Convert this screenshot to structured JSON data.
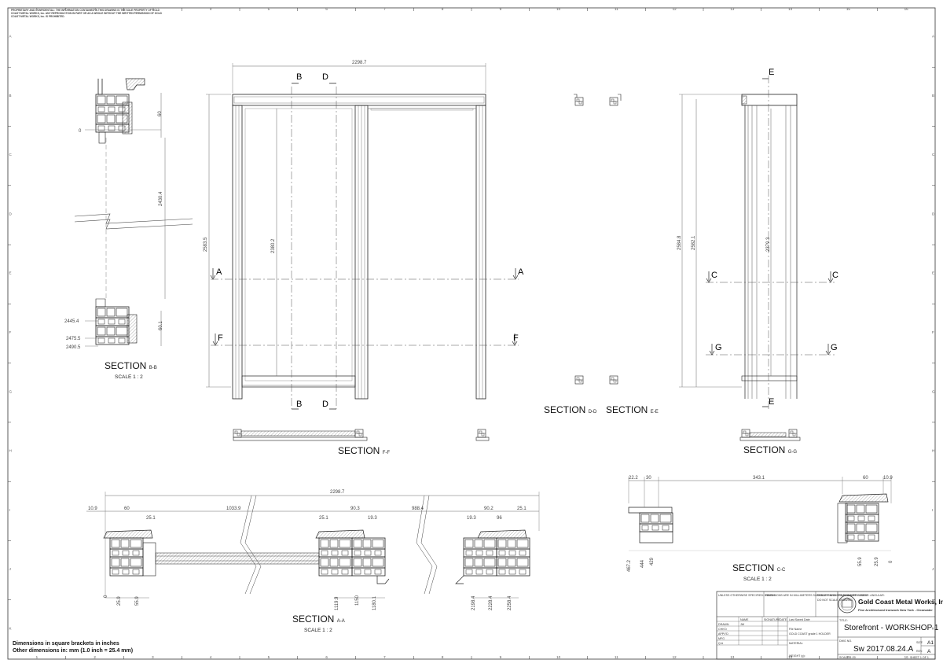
{
  "confidentiality_note": "PROPRIETARY AND CONFIDENTIAL: THE INFORMATION CONTAINED IN THIS DRAWING IS THE SOLE PROPERTY OF GOLD COAST METAL WORKS, Inc. ANY REPRODUCTION IN PART OR AS A WHOLE WITHOUT THE WRITTEN PERMISSION OF GOLD COAST METAL WORKS, Inc. IS PROHIBITED.",
  "grid": {
    "columns": [
      "1",
      "2",
      "3",
      "4",
      "5",
      "6",
      "7",
      "8",
      "9",
      "10",
      "11",
      "12",
      "13",
      "14",
      "15",
      "16"
    ],
    "rows": [
      "A",
      "B",
      "C",
      "D",
      "E",
      "F",
      "G",
      "H",
      "I",
      "J",
      "K"
    ]
  },
  "sections": {
    "bb": {
      "label": "SECTION",
      "suffix": "B-B",
      "scale": "SCALE 1 : 2"
    },
    "ff": {
      "label": "SECTION",
      "suffix": "F-F"
    },
    "dd": {
      "label": "SECTION",
      "suffix": "D-D"
    },
    "ee": {
      "label": "SECTION",
      "suffix": "E-E"
    },
    "gg": {
      "label": "SECTION",
      "suffix": "G-G"
    },
    "cc": {
      "label": "SECTION",
      "suffix": "C-C",
      "scale": "SCALE 1 : 2"
    },
    "aa": {
      "label": "SECTION",
      "suffix": "A-A",
      "scale": "SCALE 1 : 2"
    }
  },
  "markers": {
    "a": "A",
    "b": "B",
    "c": "C",
    "d": "D",
    "e": "E",
    "f": "F",
    "g": "G"
  },
  "dims": {
    "bb": {
      "d60": "60",
      "zero": "0",
      "d2430": "2430.4",
      "d2445": "2445.4",
      "d2475": "2475.5",
      "d2490": "2490.5",
      "d60b": "60.1"
    },
    "elev": {
      "width": "2298.7",
      "height": "2583.5",
      "inner": "2380.2"
    },
    "side": {
      "h1": "2584.8",
      "h2": "2582.1",
      "h3": "2379.3"
    },
    "aa": {
      "overall": "2298.7",
      "d109": "10.9",
      "d60": "60",
      "d251a": "25.1",
      "d1033": "1033.9",
      "d251b": "25.1",
      "d903": "90.3",
      "d193": "19.3",
      "d988": "988.4",
      "d193b": "19.3",
      "d902": "90.2",
      "d96": "96",
      "d251c": "25.1",
      "b0": "0",
      "b259": "25.9",
      "b559": "55.9",
      "b1119": "1119.9",
      "b1150": "1150",
      "b1180": "1180.1",
      "b2198": "2198.4",
      "b2228": "2228.4",
      "b2258": "2258.4"
    },
    "cc": {
      "d222": "22.2",
      "d30": "30",
      "d343": "343.1",
      "d60": "60",
      "d109": "10.9",
      "b467": "467.2",
      "b444": "444",
      "b429": "429",
      "b559": "55.9",
      "b259": "25.9",
      "b0": "0"
    }
  },
  "title_block": {
    "company": "Gold Coast Metal Works, Inc.",
    "tagline": "Fine Architectural Ironwork New York - Clearwater",
    "title_label": "TITLE:",
    "title": "Storefront - WORKSHOP 1",
    "dwg_label": "DWG NO.",
    "dwg_no": "Sw 2017.08.24.A",
    "size_label": "SIZE",
    "size": "A1",
    "rev_label": "REV.",
    "rev": "A",
    "scale_label": "SCALE: 1:20",
    "sheet_label": "SHEET 1 OF 1",
    "weight_label": "WEIGHT (g):",
    "material_label": "MATERIAL",
    "drawn_label": "DRAWN",
    "chkd_label": "CHK'D",
    "appvd_label": "APPV'D",
    "mfg_label": "MFG",
    "qa_label": "Q.A",
    "name_label": "NAME",
    "signature_label": "SIGNATURE",
    "date_label": "DATE",
    "finish_label": "FINISH:",
    "deburr_label": "DEBURR AND BREAK SHARP EDGES",
    "revision_label": "DO NOT SCALE DRAWING",
    "unless_label": "UNLESS OTHERWISE SPECIFIED: DIMENSIONS ARE IN MILLIMETERS SURFACE FINISH: TOLERANCES: LINEAR: ANGULAR:",
    "drawn_by": "JW",
    "last_saved": "Last Saved Date",
    "file_name": "File Name",
    "file_value": "GOLD COAST grade 1 HOLDER"
  },
  "units_note": {
    "line1": "Dimensions in square brackets in inches",
    "line2": "Other dimensions in:  mm   (1.0 inch = 25.4 mm)"
  }
}
